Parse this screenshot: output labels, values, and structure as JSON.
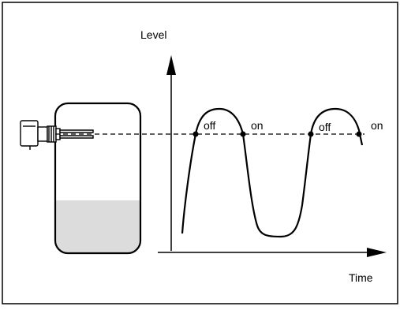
{
  "diagram": {
    "y_axis_label": "Level",
    "x_axis_label": "Time",
    "switch_points": [
      {
        "label": "off"
      },
      {
        "label": "on"
      },
      {
        "label": "off"
      },
      {
        "label": "on"
      }
    ],
    "colors": {
      "stroke": "#000000",
      "liquid": "#dcdcdc",
      "background": "#ffffff"
    },
    "icons": [
      "level-switch-sensor-icon",
      "tank-icon"
    ]
  }
}
